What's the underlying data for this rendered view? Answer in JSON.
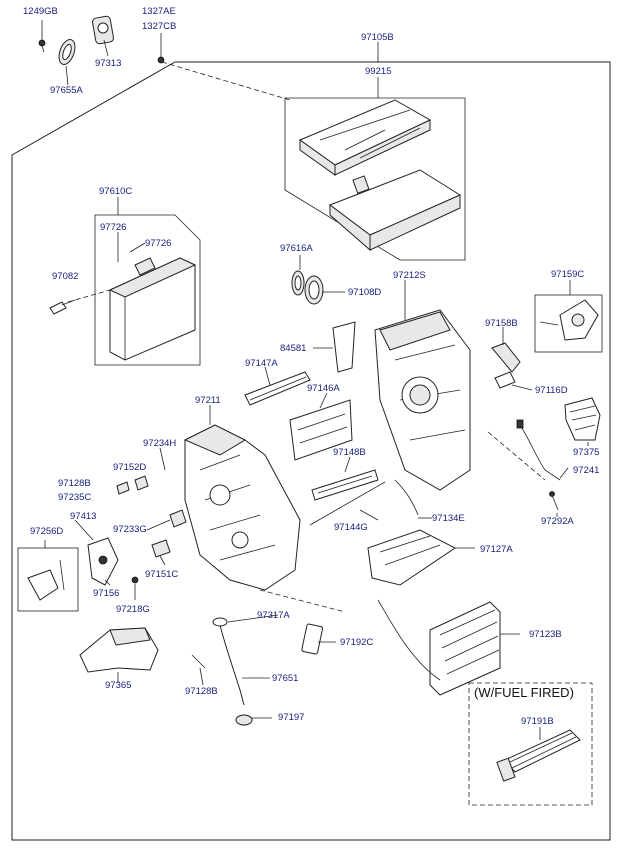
{
  "labels": {
    "p1249GB": "1249GB",
    "p97655A": "97655A",
    "p97313": "97313",
    "p1327AE": "1327AE",
    "p1327CB": "1327CB",
    "p97105B": "97105B",
    "p99215": "99215",
    "p97610C": "97610C",
    "p97726a": "97726",
    "p97726b": "97726",
    "p97082": "97082",
    "p97616A": "97616A",
    "p97212S": "97212S",
    "p97108D": "97108D",
    "p97159C": "97159C",
    "p84581": "84581",
    "p97158B": "97158B",
    "p97147A": "97147A",
    "p97146A": "97146A",
    "p97116D": "97116D",
    "p97211": "97211",
    "p97234H": "97234H",
    "p97152D": "97152D",
    "p97148B": "97148B",
    "p97375": "97375",
    "p97128Ba": "97128B",
    "p97235C": "97235C",
    "p97241": "97241",
    "p97413": "97413",
    "p97134E": "97134E",
    "p97292A": "97292A",
    "p97256D": "97256D",
    "p97233G": "97233G",
    "p97144G": "97144G",
    "p97127A": "97127A",
    "p97151C": "97151C",
    "p97156": "97156",
    "p97218G": "97218G",
    "p97317A": "97317A",
    "p97123B": "97123B",
    "p97192C": "97192C",
    "p97651": "97651",
    "p97365": "97365",
    "p97128Bb": "97128B",
    "p97197": "97197",
    "p97191B": "97191B"
  },
  "note": "(W/FUEL FIRED)"
}
